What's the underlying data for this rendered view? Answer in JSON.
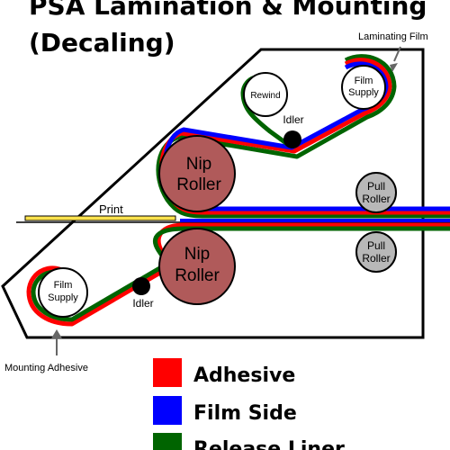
{
  "title": {
    "line1": "PSA Lamination & Mounting",
    "line2": "(Decaling)"
  },
  "labels": {
    "laminating_film": "Laminating Film",
    "rewind": "Rewind",
    "film_supply_top_line1": "Film",
    "film_supply_top_line2": "Supply",
    "idler_top": "Idler",
    "nip_top_line1": "Nip",
    "nip_top_line2": "Roller",
    "pull_top_line1": "Pull",
    "pull_top_line2": "Roller",
    "print": "Print",
    "nip_bottom_line1": "Nip",
    "nip_bottom_line2": "Roller",
    "pull_bottom_line1": "Pull",
    "pull_bottom_line2": "Roller",
    "film_supply_bottom_line1": "Film",
    "film_supply_bottom_line2": "Supply",
    "idler_bottom": "Idler",
    "mounting_adhesive": "Mounting Adhesive"
  },
  "legend": [
    {
      "label": "Adhesive",
      "color": "#ff0000"
    },
    {
      "label": "Film Side",
      "color": "#0000ff"
    },
    {
      "label": "Release Liner",
      "color": "#006400"
    }
  ],
  "colors": {
    "adhesive": "#ff0000",
    "film_side": "#0000ff",
    "release_liner": "#006400",
    "nip_roller": "#b05a5a",
    "pull_roller": "#b8b8b8",
    "print": "#ffe34d"
  }
}
